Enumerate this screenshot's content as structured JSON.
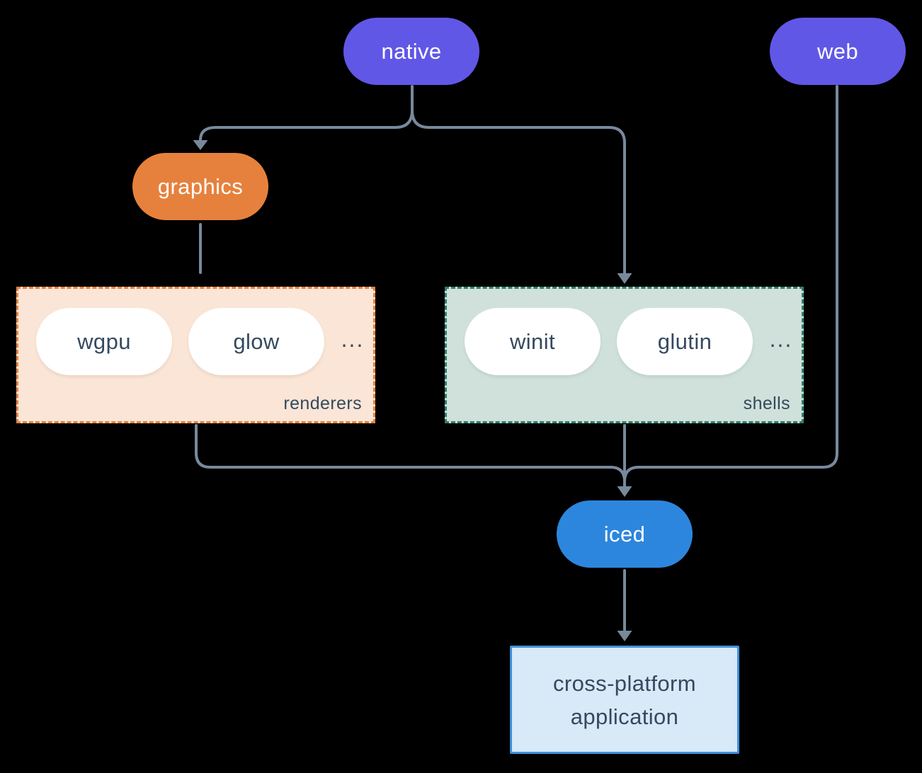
{
  "diagram": {
    "description": "iced ecosystem architecture diagram",
    "nodes": {
      "native": {
        "label": "native",
        "color": "#6157e6"
      },
      "web": {
        "label": "web",
        "color": "#6157e6"
      },
      "graphics": {
        "label": "graphics",
        "color": "#e6813d"
      },
      "iced": {
        "label": "iced",
        "color": "#2d86dd"
      },
      "application": {
        "label_line1": "cross-platform",
        "label_line2": "application",
        "fill": "#d8e9f8",
        "border": "#3f8fdb"
      }
    },
    "groups": {
      "renderers": {
        "label": "renderers",
        "items": [
          "wgpu",
          "glow"
        ],
        "ellipsis": "...",
        "fill": "#fbe5d6",
        "border": "#e6813d"
      },
      "shells": {
        "label": "shells",
        "items": [
          "winit",
          "glutin"
        ],
        "ellipsis": "...",
        "fill": "#cfe1da",
        "border": "#2f7d6d"
      }
    },
    "colors": {
      "background": "#000000",
      "connector": "#78899c",
      "dark_text": "#35495e",
      "pill_text": "#ffffff"
    }
  }
}
